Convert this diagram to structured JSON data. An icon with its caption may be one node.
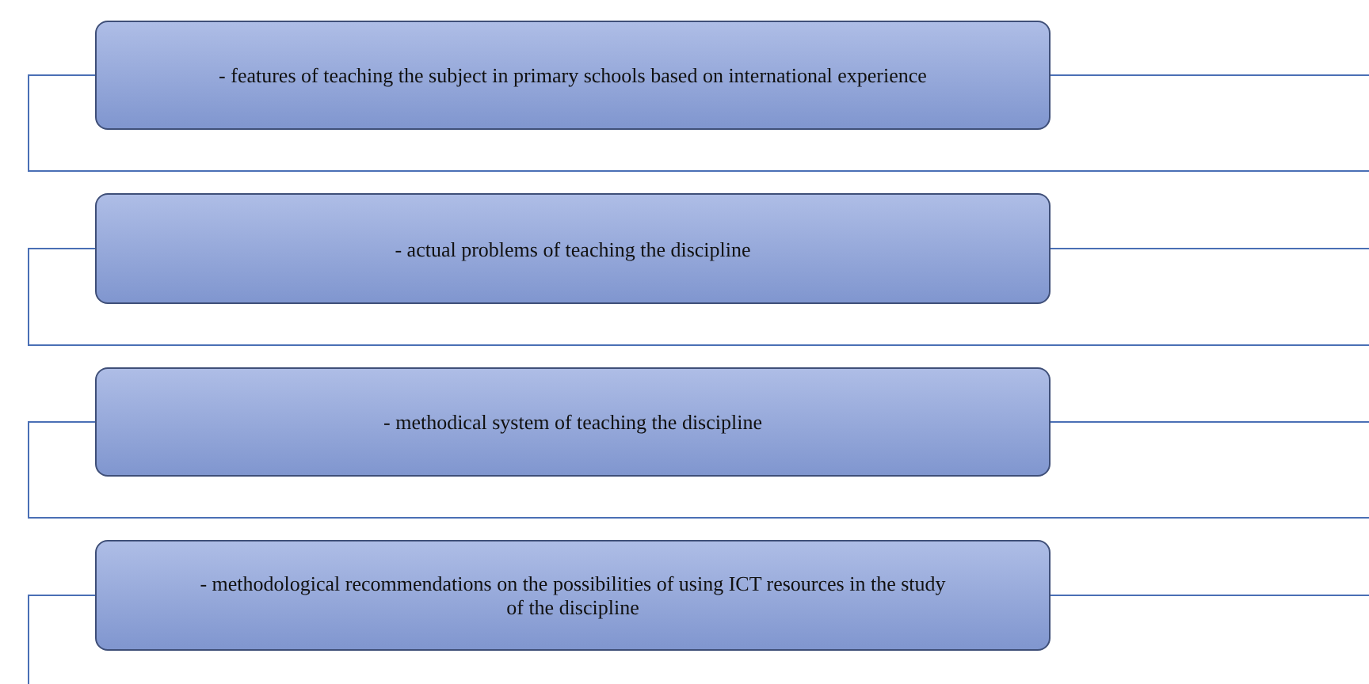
{
  "diagram": {
    "nodes": [
      {
        "text": [
          "- features of teaching the subject in primary schools based on international experience"
        ]
      },
      {
        "text": [
          "- actual problems of teaching the discipline"
        ]
      },
      {
        "text": [
          "- methodical system of teaching the discipline"
        ]
      },
      {
        "text": [
          "- methodological recommendations on the possibilities of using ICT resources in the study of the discipline"
        ]
      }
    ]
  }
}
